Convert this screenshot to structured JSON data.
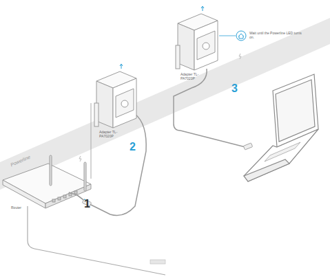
{
  "diagram": {
    "labels": [
      "Powerline",
      "Adapter TL-PA7020P",
      "3",
      "Wait until the Powerline LED turns on.",
      "Adapter TL-PA7020P",
      "2",
      "Router",
      "1"
    ]
  }
}
